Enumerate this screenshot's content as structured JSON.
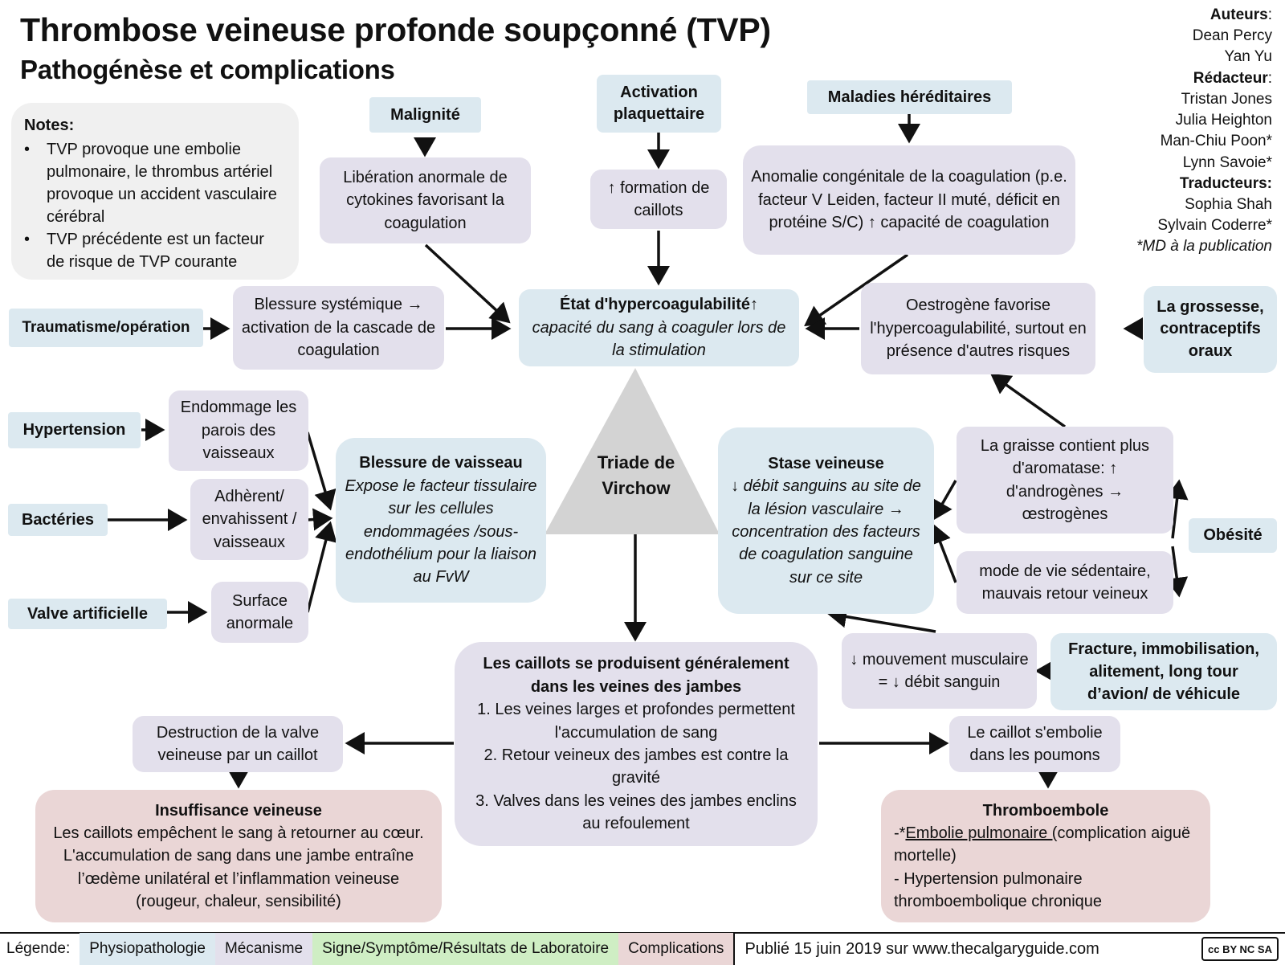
{
  "header": {
    "title": "Thrombose veineuse profonde soupçonné (TVP)",
    "subtitle": "Pathogénèse et complications"
  },
  "authors": {
    "authors_label": "Auteurs",
    "authors": [
      "Dean Percy",
      "Yan Yu"
    ],
    "editor_label": "Rédacteur",
    "editors": [
      "Tristan Jones",
      "Julia Heighton",
      "Man-Chiu Poon*",
      "Lynn Savoie*"
    ],
    "translators_label": "Traducteurs:",
    "translators": [
      "Sophia Shah",
      "Sylvain Coderre*"
    ],
    "footnote": "*MD à la publication"
  },
  "notes": {
    "title": "Notes:",
    "items": [
      "TVP provoque une embolie pulmonaire, le thrombus artériel provoque un accident vasculaire cérébral",
      "TVP précédente est un facteur de risque de TVP courante"
    ]
  },
  "causes": {
    "malignite": "Malignité",
    "activation": "Activation plaquettaire",
    "hereditaires": "Maladies héréditaires",
    "traumatisme": "Traumatisme/opération",
    "grossesse": "La grossesse, contraceptifs oraux",
    "hypertension": "Hypertension",
    "bacteries": "Bactéries",
    "valve": "Valve artificielle",
    "obesite": "Obésité",
    "fracture": "Fracture, immobilisation, alitement, long tour d’avion/ de véhicule"
  },
  "mechanisms": {
    "cytokines": "Libération anormale de cytokines favorisant la coagulation",
    "caillots": "↑ formation de caillots",
    "congenitale": "Anomalie congénitale de la coagulation (p.e. facteur V Leiden, facteur II muté, déficit en protéine S/C) ↑ capacité de coagulation",
    "systemique": "Blessure systémique → activation de la cascade de coagulation",
    "oestrogene": "Oestrogène favorise l'hypercoagulabilité, surtout en présence d'autres risques",
    "endommage": "Endommage les parois des vaisseaux",
    "adherent": "Adhèrent/ envahissent / vaisseaux",
    "surface": "Surface anormale",
    "graisse": "La graisse contient plus d'aromatase: ↑ d'androgènes → œstrogènes",
    "sedentaire": "mode de vie sédentaire, mauvais retour veineux",
    "mouvement": "↓ mouvement musculaire = ↓ débit sanguin",
    "destruction": "Destruction de la valve veineuse par un caillot",
    "embolie": "Le caillot s'embolie dans les poumons"
  },
  "hypercoag": {
    "title": "État d'hypercoagulabilité↑",
    "text": "capacité du sang à coaguler lors de la stimulation"
  },
  "blessure": {
    "title": "Blessure de vaisseau",
    "text": "Expose le facteur tissulaire sur les cellules endommagées /sous-endothélium pour la liaison au FvW"
  },
  "stase": {
    "title": "Stase veineuse",
    "text": "↓ débit sanguins au site de la lésion vasculaire → concentration des facteurs de coagulation sanguine sur ce site"
  },
  "triade": "Triade de Virchow",
  "central": {
    "title": "Les caillots se produisent généralement dans les veines des jambes",
    "items": [
      "1. Les veines larges et profondes permettent l'accumulation de sang",
      "2. Retour veineux des jambes est contre la gravité",
      "3. Valves dans les veines des jambes enclins au refoulement"
    ]
  },
  "insuffisance": {
    "title": "Insuffisance veineuse",
    "text": "Les caillots empêchent le sang à retourner au cœur. L'accumulation de sang dans une jambe entraîne l’œdème unilatéral et l’inflammation veineuse (rougeur, chaleur, sensibilité)"
  },
  "thromboembole": {
    "title": "Thromboembole",
    "line1_prefix": "-*",
    "line1_link": "Embolie pulmonaire (",
    "line1_suffix": "complication aiguë mortelle)",
    "line2": "- Hypertension pulmonaire thromboembolique chronique"
  },
  "legend": {
    "label": "Légende:",
    "items": [
      {
        "label": "Physiopathologie",
        "color": "#dce9f0"
      },
      {
        "label": "Mécanisme",
        "color": "#e3e0ec"
      },
      {
        "label": "Signe/Symptôme/Résultats de Laboratoire",
        "color": "#cfeec4"
      },
      {
        "label": "Complications",
        "color": "#ead6d6"
      }
    ],
    "published_prefix": "Publié",
    "published_date": "15 juin 2019",
    "published_suffix": "sur www.thecalgaryguide.com",
    "license": "cc BY NC SA"
  }
}
